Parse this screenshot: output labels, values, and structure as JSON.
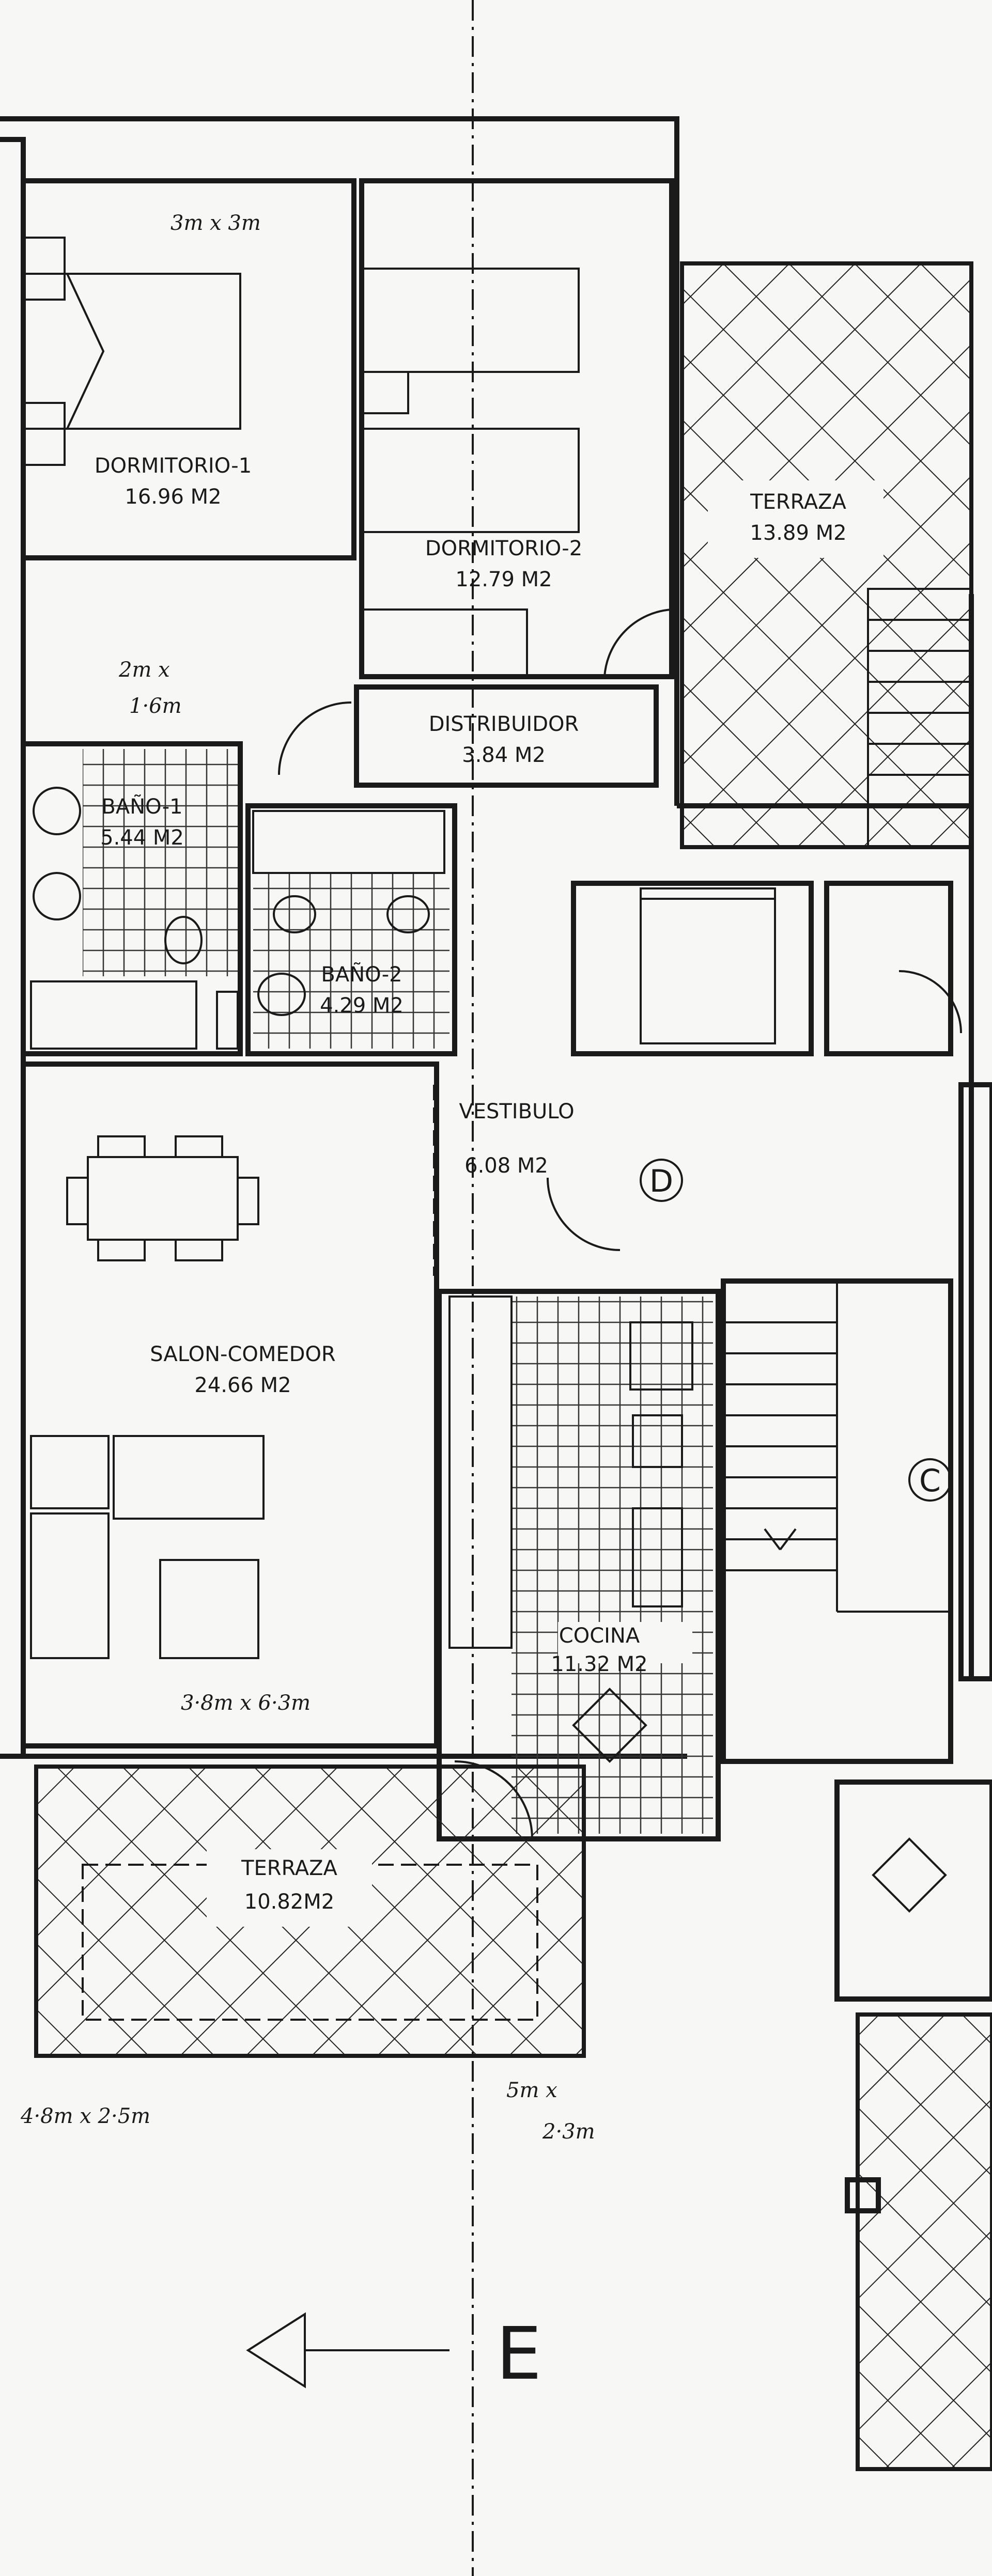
{
  "rooms": {
    "dormitorio1": {
      "name": "DORMITORIO-1",
      "area": "16.96  M2",
      "note": "3m x 3m"
    },
    "dormitorio2": {
      "name": "DORMITORIO-2",
      "area": "12.79  M2"
    },
    "terraza_top": {
      "name": "TERRAZA",
      "area": "13.89  M2"
    },
    "distribuidor": {
      "name": "DISTRIBUIDOR",
      "area": "3.84  M2"
    },
    "bano1": {
      "name": "BAÑO-1",
      "area": "5.44  M2",
      "note_line1": "2m x",
      "note_line2": "1·6m"
    },
    "bano2": {
      "name": "BAÑO-2",
      "area": "4.29  M2"
    },
    "vestibulo": {
      "name": "VESTIBULO",
      "area": "6.08  M2"
    },
    "salon": {
      "name": "SALON-COMEDOR",
      "area": "24.66  M2",
      "note": "3·8m x 6·3m"
    },
    "cocina": {
      "name": "COCINA",
      "area": "11.32  M2"
    },
    "terraza_bottom": {
      "name": "TERRAZA",
      "area": "10.82M2",
      "note": "4·8m x 2·5m"
    }
  },
  "notes": {
    "bottom_right_line1": "5m x",
    "bottom_right_line2": "2·3m"
  },
  "markers": {
    "d": "D",
    "c": "C",
    "orientation": "E"
  }
}
